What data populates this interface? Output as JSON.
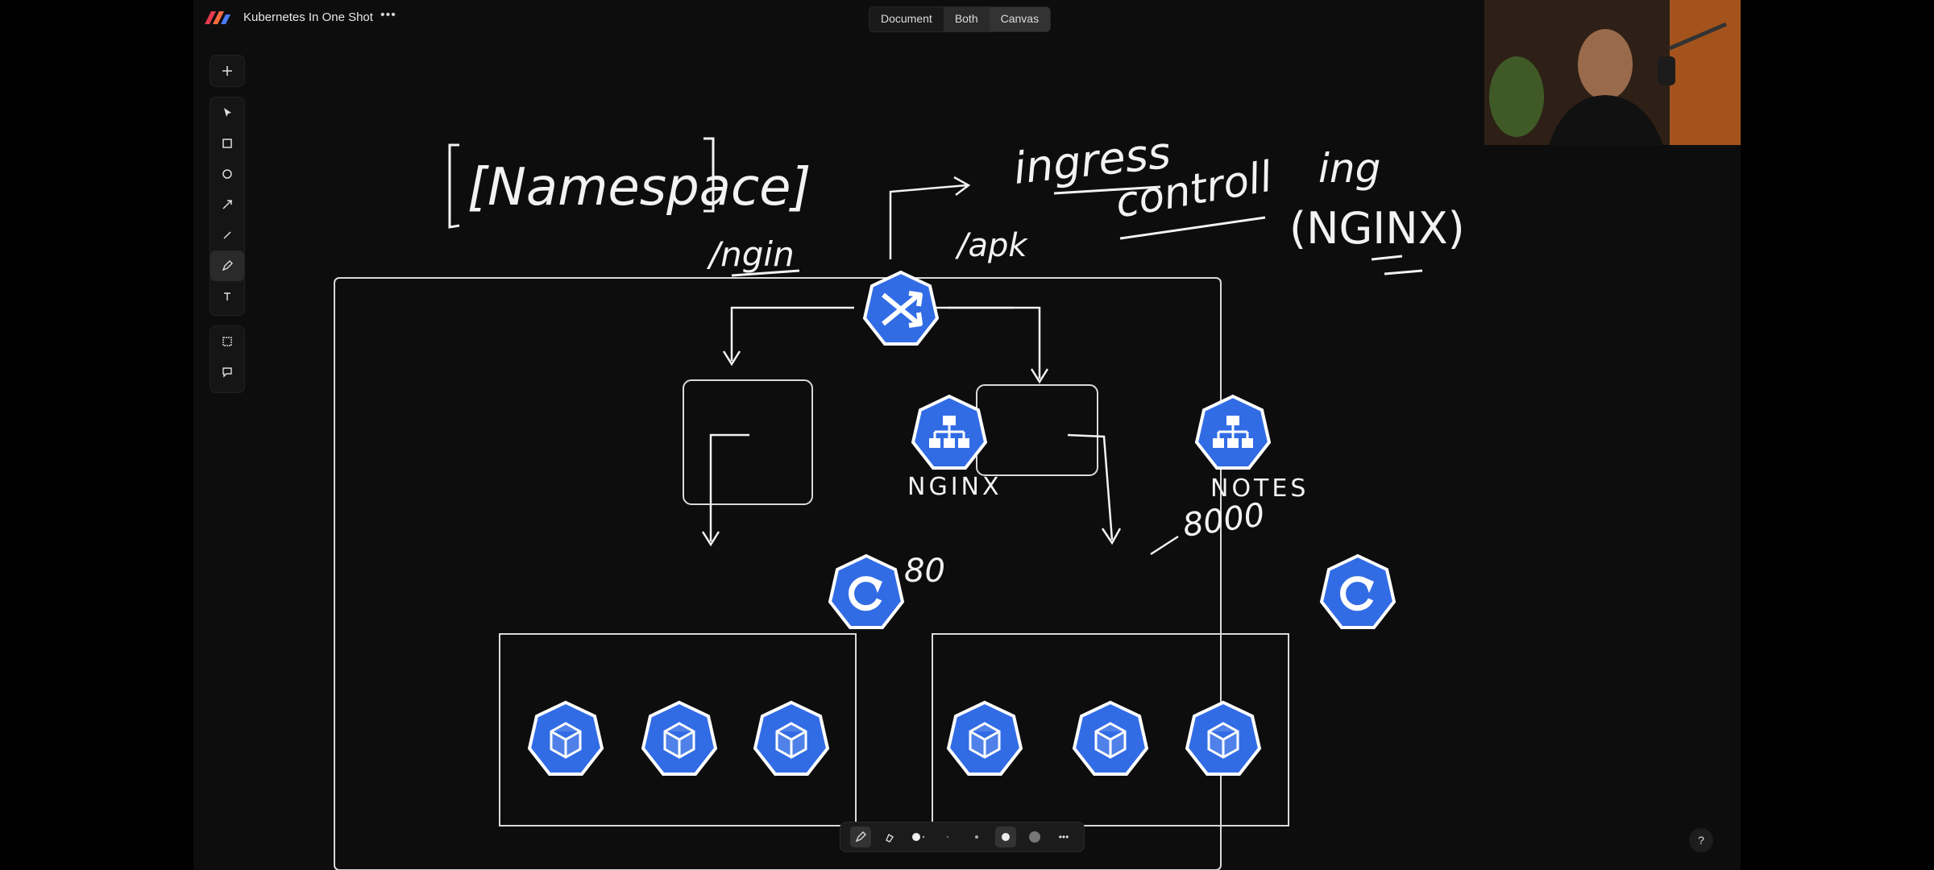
{
  "window": {
    "title": "Kubernetes In One Shot",
    "more_label": "•••"
  },
  "view_switch": {
    "options": [
      "Document",
      "Both",
      "Canvas"
    ],
    "selected": "Canvas"
  },
  "toolbar": {
    "tools": [
      "add-icon",
      "select-cursor-icon",
      "rectangle-icon",
      "ellipse-icon",
      "arrow-icon",
      "line-icon",
      "pencil-icon",
      "text-icon",
      "frame-icon",
      "comment-icon"
    ],
    "active_tool": "pencil-icon"
  },
  "sketch": {
    "namespace_label": "[Namespace]",
    "ingress_label": "ingress",
    "controller_label": "controll",
    "ing_label": "ing",
    "nginx_paren_label": "(NGINX)",
    "path_nginx": "/ngin",
    "path_apk": "/apk",
    "service_left_label": "NGINX",
    "service_right_label": "NOTES",
    "port_left": "80",
    "port_right": "8000"
  },
  "drawbar": {
    "more_label": "•••"
  },
  "help_label": "?",
  "colors": {
    "k8s_blue": "#326CE5",
    "canvas_bg": "#0d0d0d",
    "ink": "#f2f2f2"
  }
}
